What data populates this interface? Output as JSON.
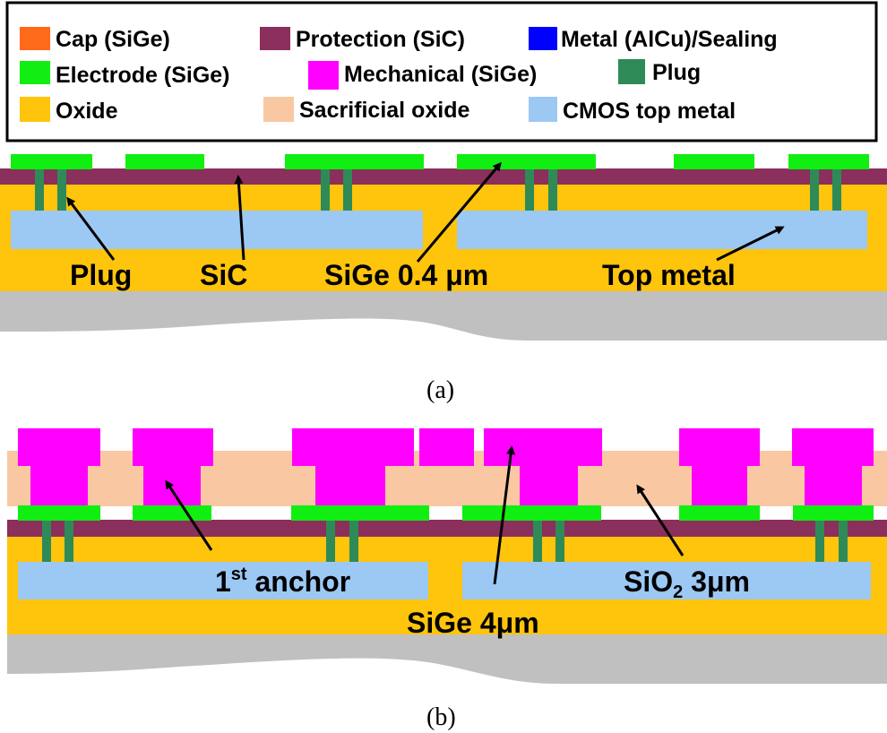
{
  "colors": {
    "cap": "#ff6a1a",
    "protection": "#8b2f5c",
    "metal": "#0000ff",
    "electrode": "#11ee11",
    "mechanical": "#ff00ff",
    "plug": "#2e8b57",
    "oxide": "#ffc40c",
    "sacrificial": "#f9c8a2",
    "cmos": "#9cc8f4",
    "substrate": "#c0c0c0"
  },
  "legend": [
    {
      "label": "Cap (SiGe)",
      "color": "cap"
    },
    {
      "label": "Protection (SiC)",
      "color": "protection"
    },
    {
      "label": "Metal (AlCu)/Sealing",
      "color": "metal"
    },
    {
      "label": "Electrode (SiGe)",
      "color": "electrode"
    },
    {
      "label": "Mechanical (SiGe)",
      "color": "mechanical"
    },
    {
      "label": "Plug",
      "color": "plug"
    },
    {
      "label": "Oxide",
      "color": "oxide"
    },
    {
      "label": "Sacrificial oxide",
      "color": "sacrificial"
    },
    {
      "label": "CMOS top metal",
      "color": "cmos"
    }
  ],
  "panel_a": {
    "labels": {
      "plug": "Plug",
      "sic": "SiC",
      "sige": "SiGe 0.4 μm",
      "top_metal": "Top metal"
    },
    "caption": "(a)"
  },
  "panel_b": {
    "labels": {
      "anchor": "1",
      "anchor_sup": "st",
      "anchor_rest": " anchor",
      "sio2": "SiO",
      "sio2_sub": "2",
      "sio2_rest": " 3μm",
      "sige": "SiGe 4μm"
    },
    "caption": "(b)"
  }
}
